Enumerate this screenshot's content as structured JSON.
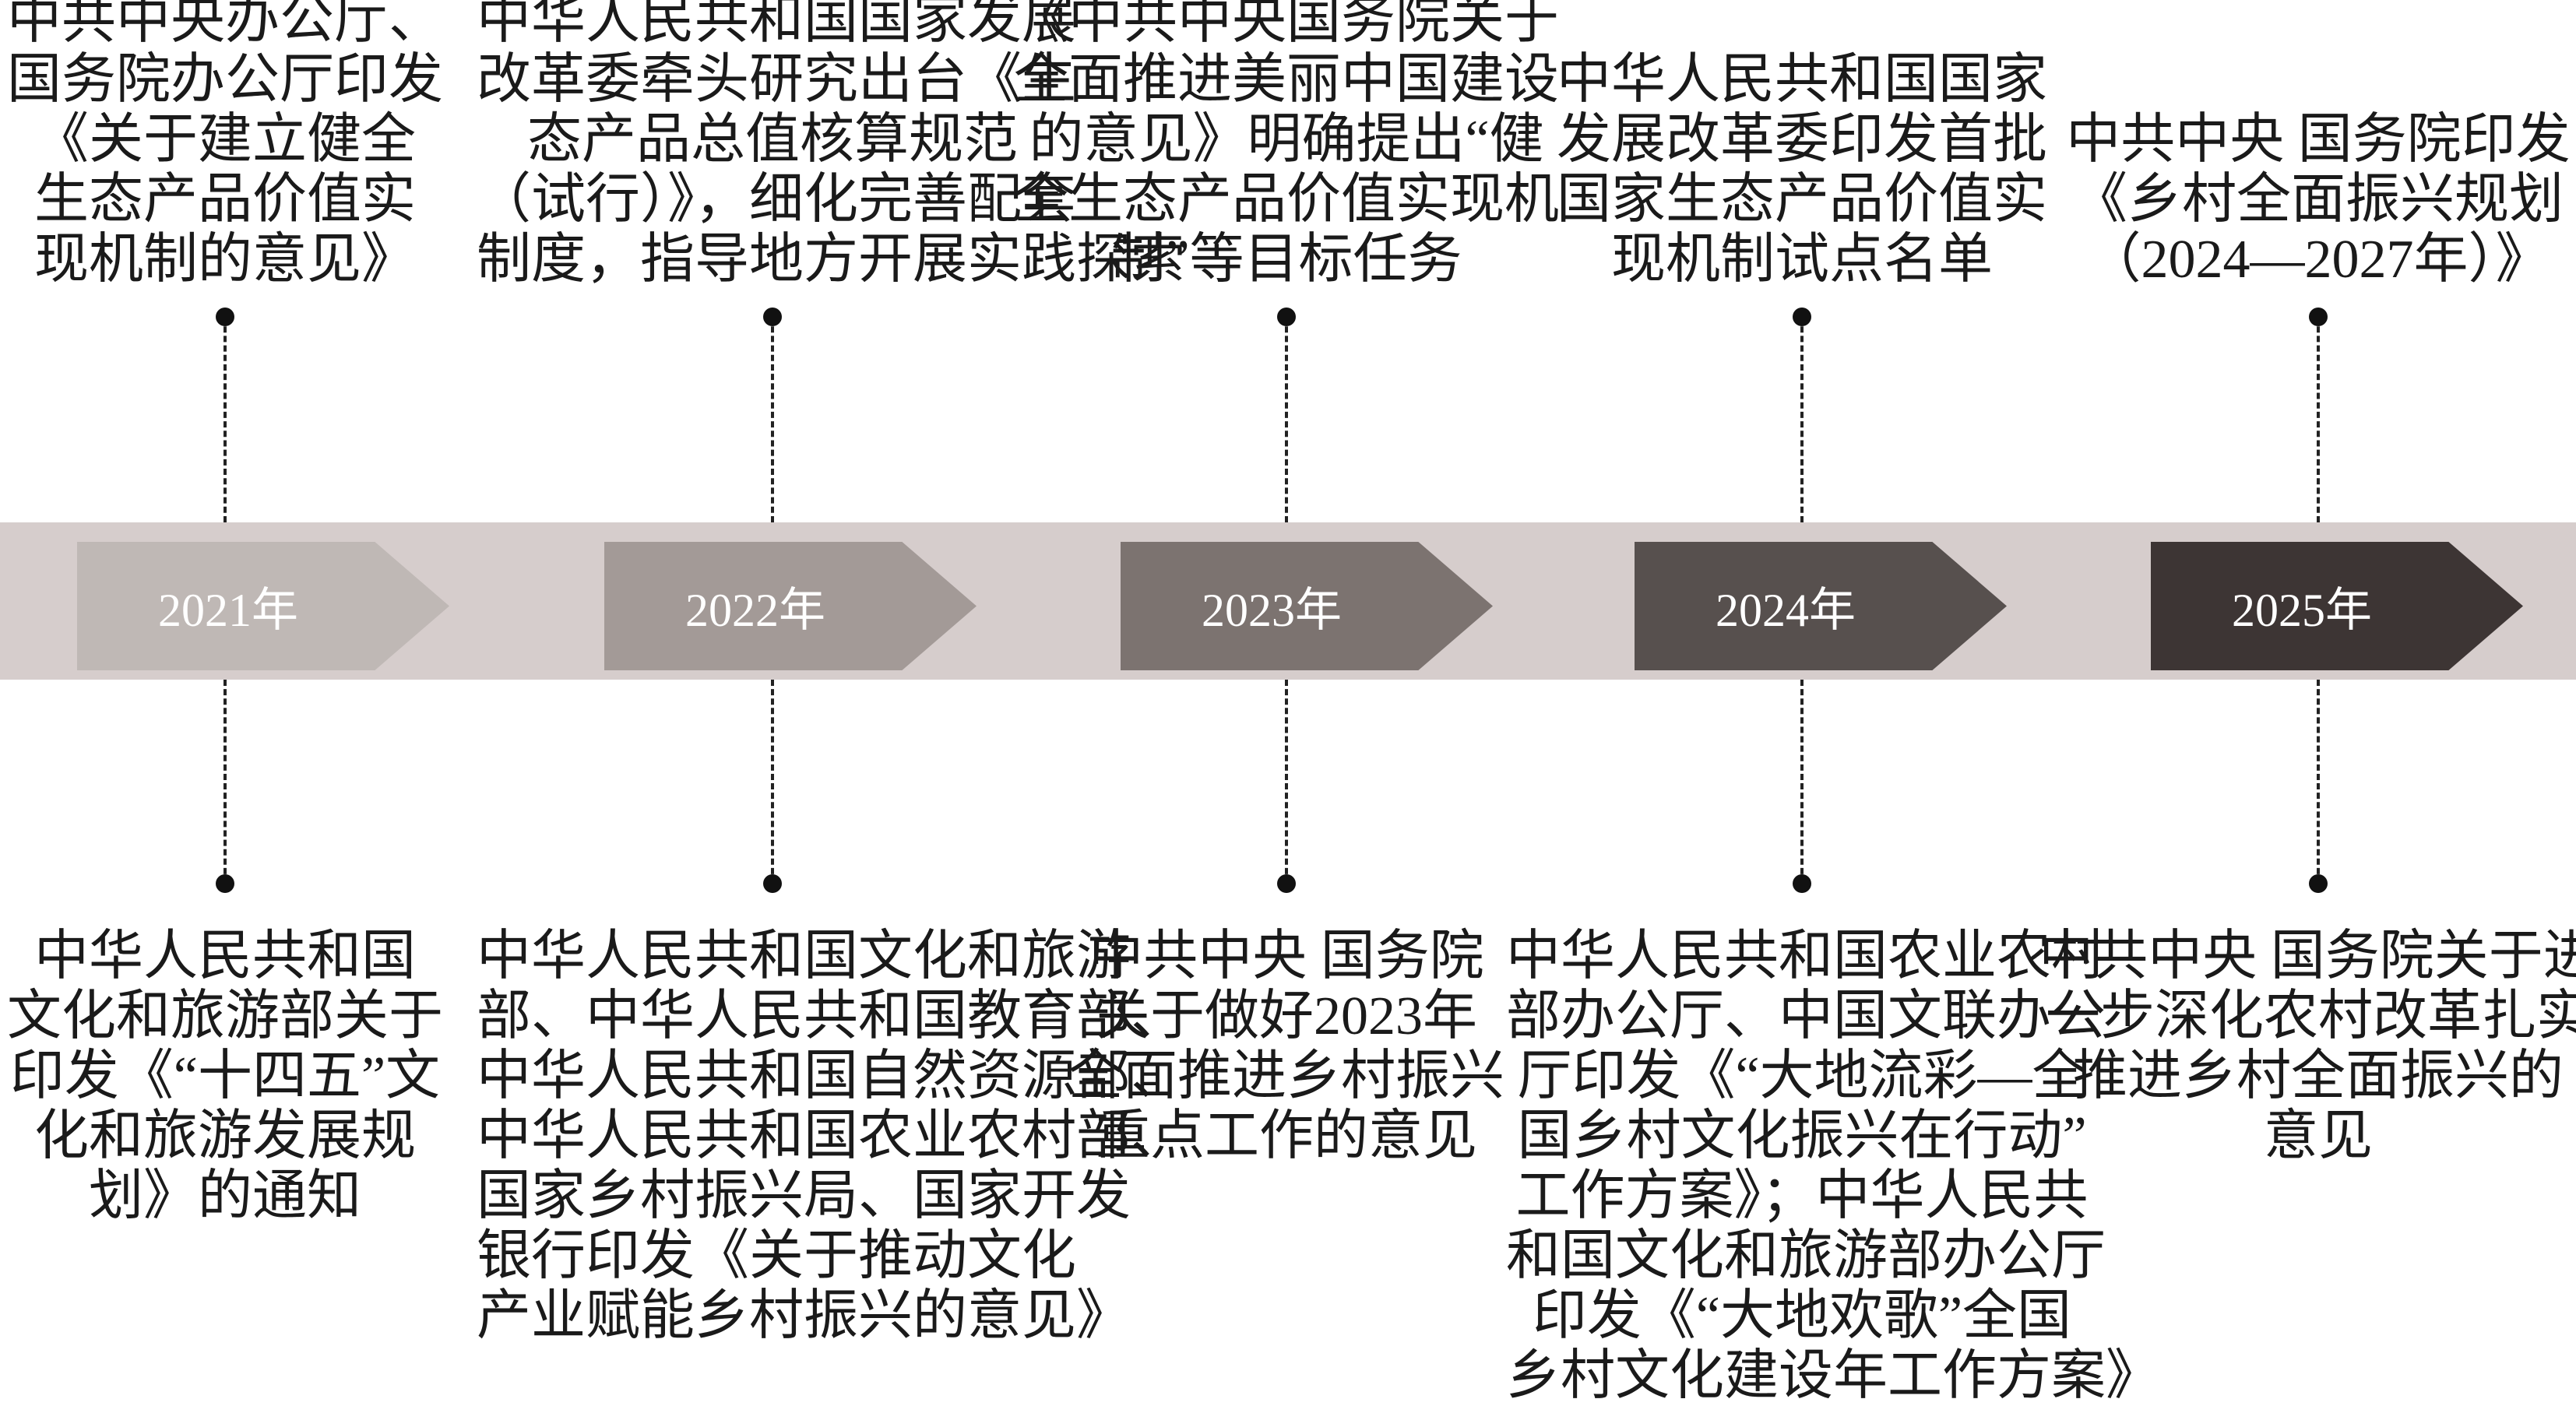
{
  "timeline": [
    {
      "year": "2021年",
      "color": "#bfb8b5",
      "top": [
        "中共中央办公厅、",
        "国务院办公厅印发",
        "《关于建立健全",
        "生态产品价值实",
        "现机制的意见》"
      ],
      "bottom": [
        "中华人民共和国",
        "文化和旅游部关于",
        "印发《“十四五”文",
        "化和旅游发展规",
        "划》的通知"
      ]
    },
    {
      "year": "2022年",
      "color": "#a39a97",
      "top": [
        "中华人民共和国国家发展",
        "改革委牵头研究出台《生",
        "态产品总值核算规范",
        "（试行）》，细化完善配套",
        "制度，指导地方开展实践探索"
      ],
      "bottom": [
        "中华人民共和国文化和旅游",
        "部、中华人民共和国教育部、",
        "中华人民共和国自然资源部、",
        "中华人民共和国农业农村部、",
        "国家乡村振兴局、国家开发",
        "银行印发《关于推动文化",
        "产业赋能乡村振兴的意见》"
      ]
    },
    {
      "year": "2023年",
      "color": "#7c7370",
      "top": [
        "《中共中央国务院关于",
        "全面推进美丽中国建设",
        "的意见》明确提出“健",
        "全生态产品价值实现机",
        "制”等目标任务"
      ],
      "bottom": [
        "中共中央 国务院",
        "关于做好2023年",
        "全面推进乡村振兴",
        "重点工作的意见"
      ]
    },
    {
      "year": "2024年",
      "color": "#57504e",
      "top": [
        "中华人民共和国国家",
        "发展改革委印发首批",
        "国家生态产品价值实",
        "现机制试点名单"
      ],
      "bottom": [
        "中华人民共和国农业农村",
        "部办公厅、中国文联办公",
        "厅印发《“大地流彩—全",
        "国乡村文化振兴在行动”",
        "工作方案》；中华人民共",
        "和国文化和旅游部办公厅",
        "印发《“大地欢歌”全国",
        "乡村文化建设年工作方案》"
      ]
    },
    {
      "year": "2025年",
      "color": "#3d3534",
      "top": [
        "中共中央 国务院印发",
        "《乡村全面振兴规划",
        "（2024—2027年）》"
      ],
      "bottom": [
        "中共中央 国务院关于进",
        "一步深化农村改革扎实",
        "推进乡村全面振兴的",
        "意见"
      ]
    }
  ]
}
